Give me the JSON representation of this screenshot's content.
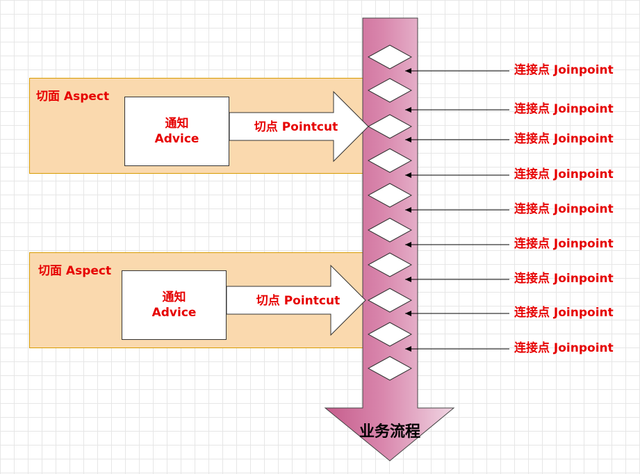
{
  "aspects": [
    {
      "aspect_label": "切面 Aspect",
      "advice_line1": "通知",
      "advice_line2": "Advice",
      "pointcut_label": "切点 Pointcut"
    },
    {
      "aspect_label": "切面 Aspect",
      "advice_line1": "通知",
      "advice_line2": "Advice",
      "pointcut_label": "切点 Pointcut"
    }
  ],
  "joinpoints": [
    "连接点 Joinpoint",
    "连接点 Joinpoint",
    "连接点 Joinpoint",
    "连接点 Joinpoint",
    "连接点 Joinpoint",
    "连接点 Joinpoint",
    "连接点 Joinpoint",
    "连接点 Joinpoint",
    "连接点 Joinpoint"
  ],
  "flow_label": "业务流程",
  "colors": {
    "label_red": "#e60000",
    "aspect_fill": "#fad9ae",
    "aspect_border": "#d79b00",
    "flow_pink": "#cd6a95",
    "flow_light": "#f2dde8"
  }
}
